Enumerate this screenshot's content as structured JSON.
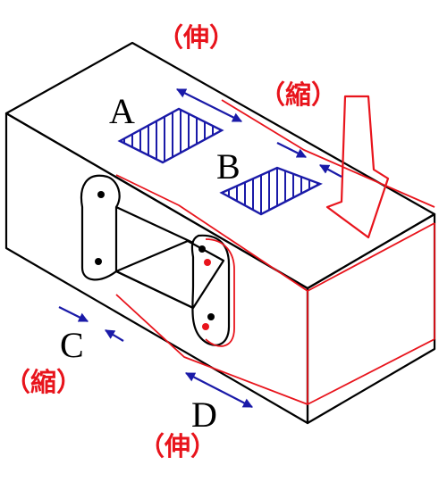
{
  "labels": {
    "a": "A",
    "b": "B",
    "c": "C",
    "d": "D",
    "top_stretch": "（伸）",
    "right_compress": "（縮）",
    "left_compress": "（縮）",
    "bottom_stretch": "（伸）"
  },
  "colors": {
    "outline": "#000000",
    "deformed": "#e8141c",
    "gauge": "#1a1aa8",
    "arrow": "#1a1aa8"
  }
}
